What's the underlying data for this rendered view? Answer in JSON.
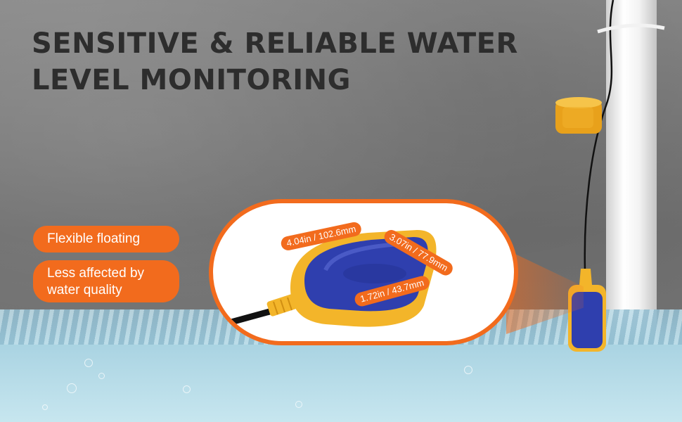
{
  "headline": {
    "line1": "SENSITIVE & RELIABLE WATER",
    "line2": "LEVEL MONITORING"
  },
  "features": {
    "item1": "Flexible floating",
    "item2_line1": "Less affected by",
    "item2_line2": "water quality"
  },
  "dimensions": {
    "length": "4.04in / 102.6mm",
    "width": "3.07in / 77.9mm",
    "height": "1.72in / 43.7mm"
  },
  "colors": {
    "accent": "#f26b1d",
    "float_body": "#2f3fae",
    "float_rim": "#f3b52a",
    "headline_text": "#2d2d2d"
  }
}
